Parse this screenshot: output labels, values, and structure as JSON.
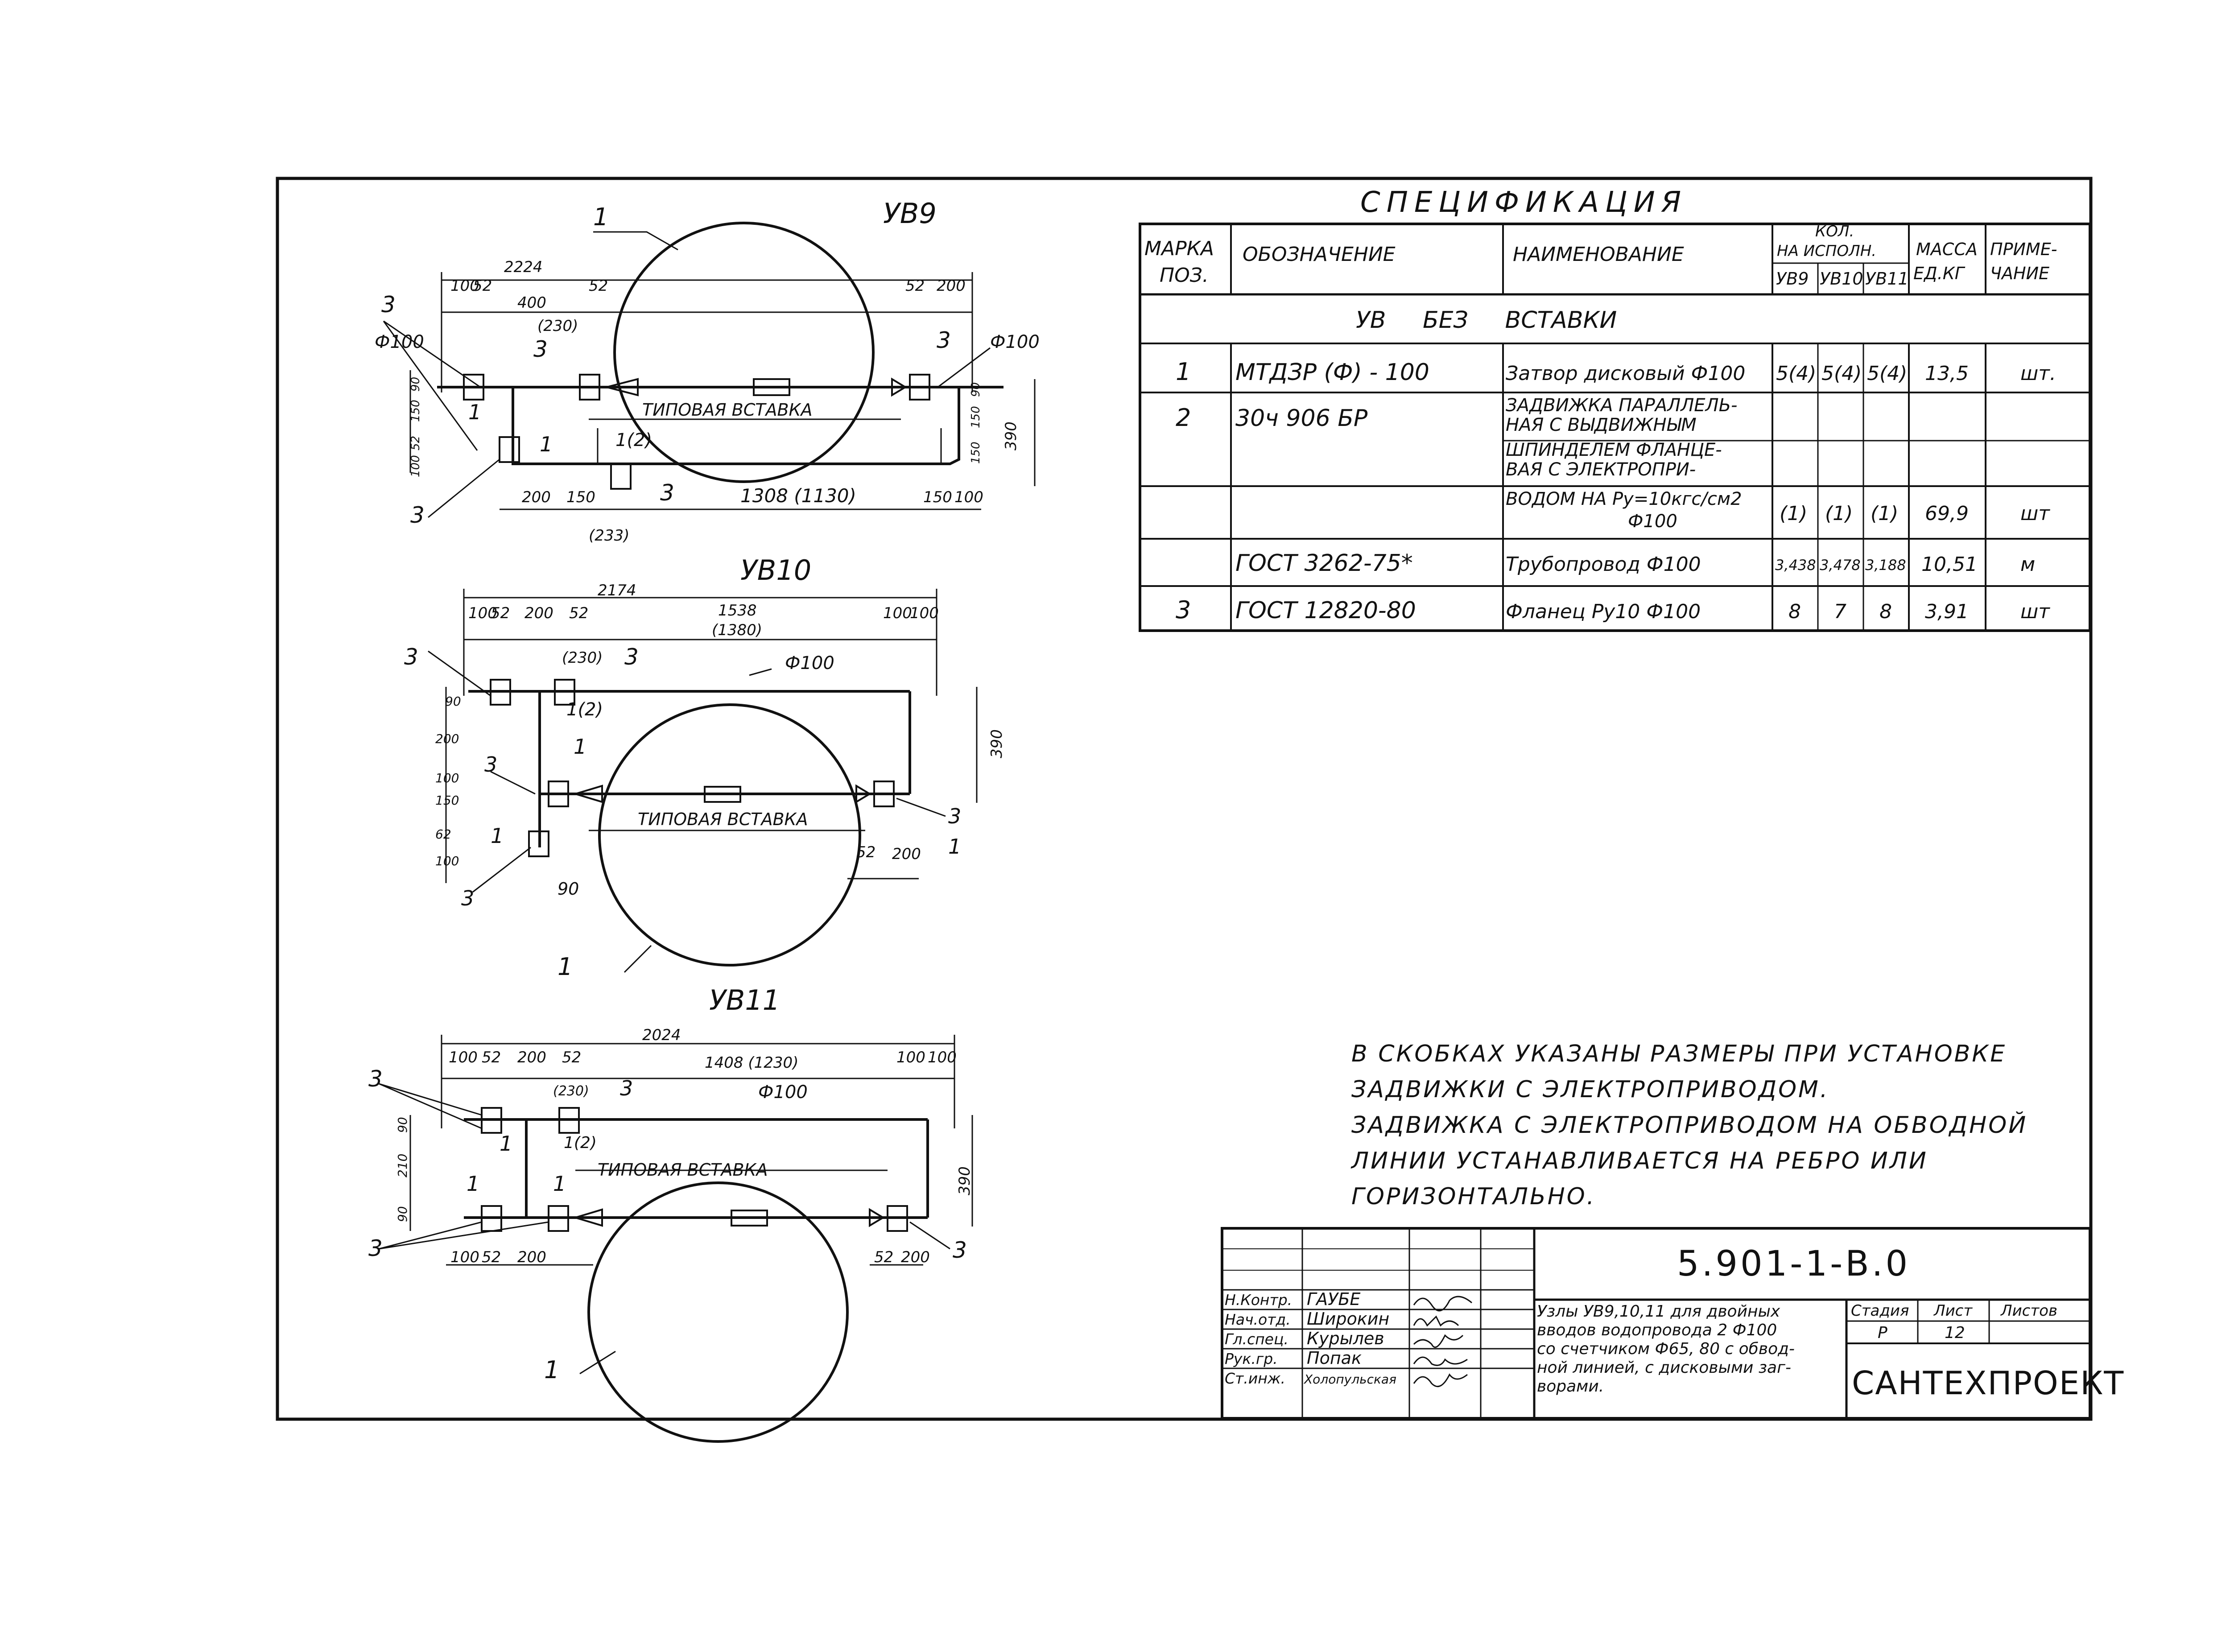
{
  "spec": {
    "title": "СПЕЦИФИКАЦИЯ",
    "headers": {
      "mark": [
        "МАРКА",
        "ПОЗ."
      ],
      "designation": "ОБОЗНАЧЕНИЕ",
      "name": "НАИМЕНОВАНИЕ",
      "qty_top": "КОЛ.",
      "qty_mid": "НА ИСПОЛН.",
      "qty_cols": [
        "УВ9",
        "УВ10",
        "УВ11"
      ],
      "mass": [
        "МАССА",
        "ЕД.КГ"
      ],
      "note": [
        "ПРИМЕ-",
        "ЧАНИЕ"
      ]
    },
    "section": "УВ     БЕЗ     ВСТАВКИ",
    "rows": [
      {
        "pos": "1",
        "designation": "МТДЗР (Ф) - 100",
        "name": "Затвор дисковый Ф100",
        "q1": "5(4)",
        "q2": "5(4)",
        "q3": "5(4)",
        "mass": "13,5",
        "note": "шт."
      },
      {
        "pos": "2",
        "designation": "30ч 906 БР",
        "name": "ЗАДВИЖКА ПАРАЛЛЕЛЬ-",
        "q1": "",
        "q2": "",
        "q3": "",
        "mass": "",
        "note": ""
      },
      {
        "pos": "",
        "designation": "",
        "name": "НАЯ С ВЫДВИЖНЫМ",
        "q1": "",
        "q2": "",
        "q3": "",
        "mass": "",
        "note": ""
      },
      {
        "pos": "",
        "designation": "",
        "name": "ШПИНДЕЛЕМ ФЛАНЦЕ-",
        "q1": "",
        "q2": "",
        "q3": "",
        "mass": "",
        "note": ""
      },
      {
        "pos": "",
        "designation": "",
        "name": "ВАЯ С ЭЛЕКТРОПРИ-",
        "q1": "",
        "q2": "",
        "q3": "",
        "mass": "",
        "note": ""
      },
      {
        "pos": "",
        "designation": "",
        "name": "ВОДОМ НА Ру=10кгс/см2",
        "q1": "",
        "q2": "",
        "q3": "",
        "mass": "",
        "note": ""
      },
      {
        "pos": "",
        "designation": "",
        "name": "Ф100",
        "q1": "(1)",
        "q2": "(1)",
        "q3": "(1)",
        "mass": "69,9",
        "note": "шт"
      },
      {
        "pos": "",
        "designation": "ГОСТ 3262-75*",
        "name": "Трубопровод Ф100",
        "q1": "3,438",
        "q2": "3,478",
        "q3": "3,188",
        "mass": "10,51",
        "note": "м"
      },
      {
        "pos": "3",
        "designation": "ГОСТ 12820-80",
        "name": "Фланец Ру10 Ф100",
        "q1": "8",
        "q2": "7",
        "q3": "8",
        "mass": "3,91",
        "note": "шт"
      }
    ]
  },
  "drawings": {
    "uv9": {
      "title": "УВ9",
      "overall": "2224",
      "insert": "ТИПОВАЯ ВСТАВКА",
      "pipe": "Ф100",
      "dims_top": [
        "100",
        "52",
        "400",
        "52",
        "52",
        "200"
      ],
      "dims_bottom": [
        "200",
        "150",
        "1308 (1130)",
        "150",
        "100"
      ],
      "dim_230": "(230)",
      "dim_233": "(233)",
      "dims_left": [
        "90",
        "150",
        "52",
        "100"
      ],
      "dims_right": [
        "90",
        "150",
        "150"
      ],
      "height": "390",
      "small": [
        "3",
        "3",
        "3",
        "3",
        "3",
        "3",
        "3",
        "3",
        "3",
        "3",
        "3",
        "3",
        "3"
      ],
      "markers": [
        "1",
        "3",
        "3",
        "3",
        "3",
        "3",
        "1",
        "1(2)",
        "3",
        "3",
        "1"
      ],
      "phi_left": "Ф100",
      "phi_right": "Ф100"
    },
    "uv10": {
      "title": "УВ10",
      "overall": "2174",
      "sub": "1538",
      "sub2": "(1380)",
      "dims_top": [
        "100",
        "52",
        "200",
        "52",
        "100",
        "100"
      ],
      "dim_230": "(230)",
      "pipe": "Ф100",
      "insert": "ТИПОВАЯ ВСТАВКА",
      "dims_left": [
        "90",
        "200",
        "100",
        "150",
        "62",
        "100"
      ],
      "height": "390",
      "dims_bottom": [
        "52",
        "200"
      ],
      "dim_90": "90",
      "small": [
        "3",
        "3",
        "3",
        "3",
        "3",
        "3",
        "3",
        "3",
        "3",
        "3"
      ],
      "markers": [
        "3",
        "3",
        "1(2)",
        "1",
        "3",
        "1",
        "3",
        "1",
        "3",
        "1",
        "3"
      ]
    },
    "uv11": {
      "title": "УВ11",
      "overall": "2024",
      "sub": "1408 (1230)",
      "dims_top": [
        "100",
        "52",
        "200",
        "52",
        "100",
        "100"
      ],
      "dim_230": "(230)",
      "pipe": "Ф100",
      "insert": "ТИПОВАЯ ВСТАВКА",
      "dims_left": [
        "90",
        "210",
        "90"
      ],
      "height": "390",
      "dims_bottom": [
        "100",
        "52",
        "200",
        "52",
        "200"
      ],
      "small": [
        "3",
        "3",
        "3",
        "3",
        "3",
        "3",
        "3",
        "3",
        "3",
        "3",
        "3",
        "3"
      ],
      "markers": [
        "3",
        "1",
        "3",
        "1(2)",
        "1",
        "1",
        "3",
        "3",
        "1"
      ]
    }
  },
  "notes": [
    "В СКОБКАХ УКАЗАНЫ РАЗМЕРЫ ПРИ УСТАНОВКЕ",
    "ЗАДВИЖКИ С ЭЛЕКТРОПРИВОДОМ.",
    "ЗАДВИЖКА С ЭЛЕКТРОПРИВОДОМ НА ОБВОДНОЙ",
    "ЛИНИИ УСТАНАВЛИВАЕТСЯ НА РЕБРО ИЛИ",
    "ГОРИЗОНТАЛЬНО."
  ],
  "stamp": {
    "code": "5.901-1-В.0",
    "roles": [
      "Н.Контр.",
      "Нач.отд.",
      "Гл.спец.",
      "Рук.гр.",
      "Ст.инж."
    ],
    "names": [
      "ГАУБЕ",
      "Широкин",
      "Курылев",
      "Попак",
      "Холопульская"
    ],
    "title_lines": [
      "Узлы УВ9,10,11 для двойных",
      "вводов водопровода 2 Ф100",
      "со счетчиком Ф65, 80 с обвод-",
      "ной линией, с дисковыми заг-",
      "ворами."
    ],
    "stage_label": "Стадия",
    "sheet_label": "Лист",
    "sheets_label": "Листов",
    "stage": "Р",
    "sheet": "12",
    "sheets": "",
    "org": "САНТЕХПРОЕКТ"
  }
}
